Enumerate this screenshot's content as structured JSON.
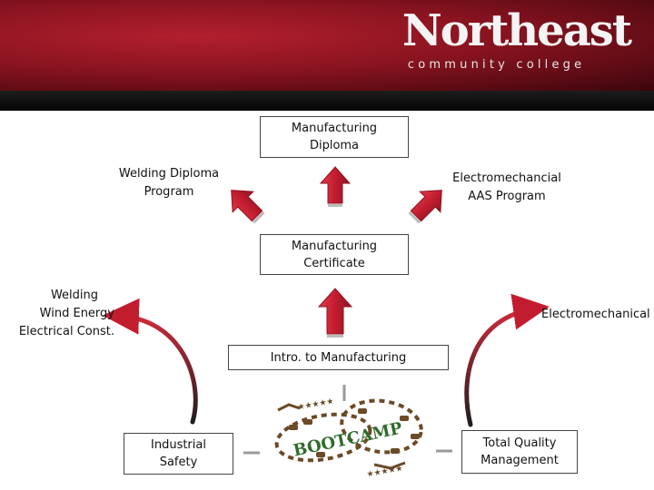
{
  "header": {
    "logo_name": "Northeast",
    "logo_sub": "community college"
  },
  "nodes": {
    "manufacturing_diploma": "Manufacturing Diploma",
    "welding_diploma": "Welding Diploma Program",
    "electromech_aas": "Electromechancial AAS Program",
    "manufacturing_certificate": "Manufacturing Certificate",
    "welding_wind_electrical": [
      "Welding",
      "Wind Energy",
      "Electrical Const."
    ],
    "electromechanical": "Electromechanical",
    "intro_manufacturing": "Intro. to Manufacturing",
    "industrial_safety": "Industrial Safety",
    "total_quality": "Total Quality Management",
    "bootcamp": "BOOTCAMP",
    "bootcamp_stars": "★★★★★"
  },
  "colors": {
    "arrow": "#c21d2f",
    "arrow_dark": "#8e1422",
    "curve_dark": "#2a2a2a",
    "bootcamp_brown": "#6b4a26",
    "bootcamp_green": "#2f6b2a",
    "connector_gray": "#9a9a9a"
  }
}
